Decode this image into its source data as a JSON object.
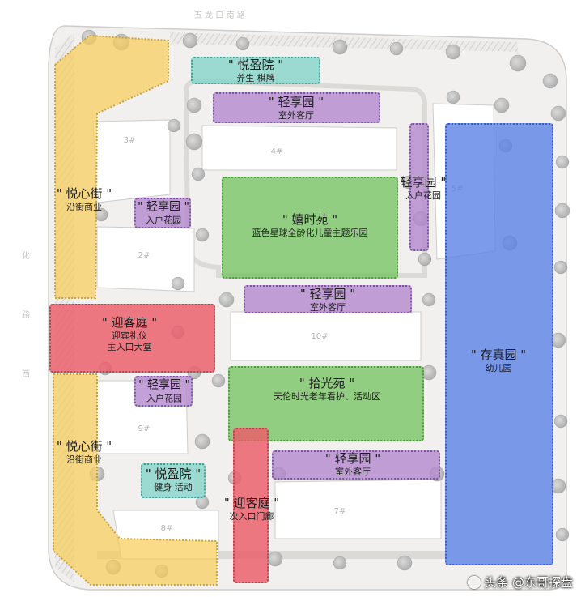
{
  "zones": {
    "yueying_north": {
      "title": "\" 悦盈院 \"",
      "sub": "养生  棋牌",
      "color": "#82d4c8"
    },
    "qingxiang_north": {
      "title": "\" 轻享园 \"",
      "sub": "室外客厅",
      "color": "#b287cd"
    },
    "qingxiang_east_entry": {
      "title": "轻享园 \"",
      "sub": "入户花园",
      "color": "#b287cd"
    },
    "yuexin_north": {
      "title": "\" 悦心街 \"",
      "sub": "沿街商业",
      "color": "#f7cd5a"
    },
    "qingxiang_west_entry_1": {
      "title": "\" 轻享园 \"",
      "sub": "入户花园",
      "color": "#b287cd"
    },
    "xishi": {
      "title": "\" 嬉时苑 \"",
      "sub": "蓝色星球全龄化儿童主题乐园",
      "color": "#76c462"
    },
    "qingxiang_mid": {
      "title": "\" 轻享园 \"",
      "sub": "室外客厅",
      "color": "#b287cd"
    },
    "yingke_main": {
      "title": "\" 迎客庭 \"",
      "sub": "迎宾礼仪",
      "sub2": "主入口大堂",
      "color": "#eb5c69"
    },
    "cunzhen": {
      "title": "\" 存真园 \"",
      "sub": "幼儿园",
      "color": "#5c82e6"
    },
    "qingxiang_west_entry_2": {
      "title": "\" 轻享园 \"",
      "sub": "入户花园",
      "color": "#b287cd"
    },
    "shiguang": {
      "title": "\" 拾光苑 \"",
      "sub": "天伦时光老年看护、活动区",
      "color": "#76c462"
    },
    "yuexin_south": {
      "title": "\" 悦心街 \"",
      "sub": "沿街商业",
      "color": "#f7cd5a"
    },
    "qingxiang_south": {
      "title": "\" 轻享园 \"",
      "sub": "室外客厅",
      "color": "#b287cd"
    },
    "yueying_south": {
      "title": "\" 悦盈院 \"",
      "sub": "健身  活动",
      "color": "#82d4c8"
    },
    "yingke_secondary": {
      "title": "\" 迎客庭 \"",
      "sub": "次入口门廊",
      "color": "#eb5c69"
    }
  },
  "buildings": [
    "3#",
    "4#",
    "5#",
    "2#",
    "10#",
    "9#",
    "7#",
    "8#"
  ],
  "roads": {
    "north": "五  龙  口  南  路",
    "west": "化  路  西"
  },
  "watermark": "头条 @东哥探盘"
}
